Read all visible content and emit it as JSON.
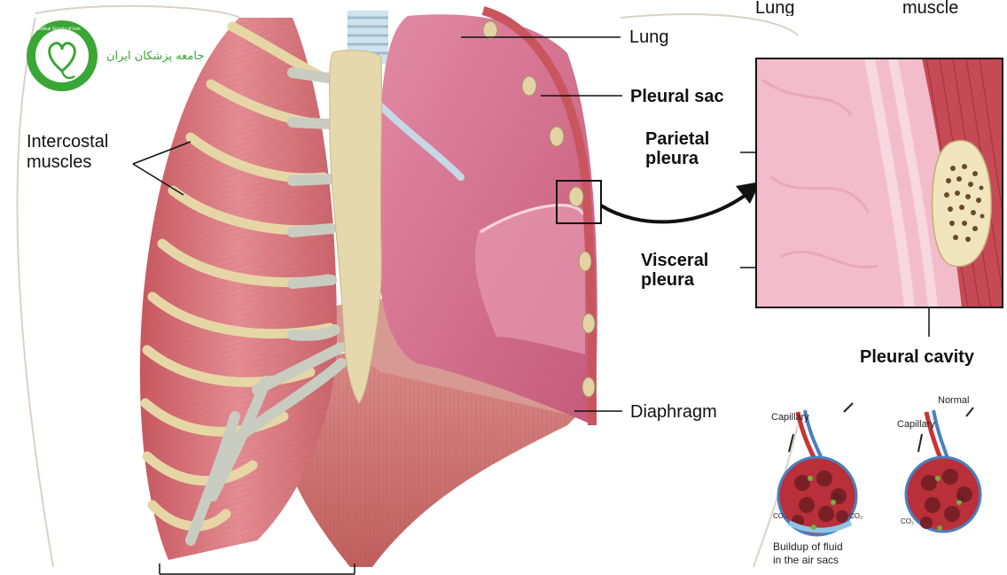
{
  "logo": {
    "text_fa": "جامعه پزشکان ایران",
    "ring_text": "Medical Society of Iran",
    "brand_color": "#3aa635"
  },
  "labels": {
    "lung": "Lung",
    "pleural_sac": "Pleural sac",
    "parietal_pleura": [
      "Parietal",
      "pleura"
    ],
    "visceral_pleura": [
      "Visceral",
      "pleura"
    ],
    "diaphragm": "Diaphragm",
    "intercostal_muscles": [
      "Intercostal",
      "muscles"
    ]
  },
  "inset": {
    "lung": "Lung",
    "muscle": "muscle",
    "pleural_cavity": "Pleural cavity"
  },
  "alveoli": {
    "left": {
      "capillary": "Capillary",
      "caption": [
        "Buildup of fluid",
        "in the air sacs"
      ],
      "gas_a": "CO₂",
      "gas_b": "CO₂",
      "gas_c": "O₂"
    },
    "right": {
      "title": "Normal",
      "capillary": "Capillary",
      "gas_a": "CO₂",
      "gas_c": "O₂"
    }
  },
  "colors": {
    "muscle": "#d9747c",
    "lung": "#d46f8c",
    "bone": "#e8d9b0",
    "cartilage": "#c9ccc2",
    "inset_bg": "#f2b9c6"
  }
}
